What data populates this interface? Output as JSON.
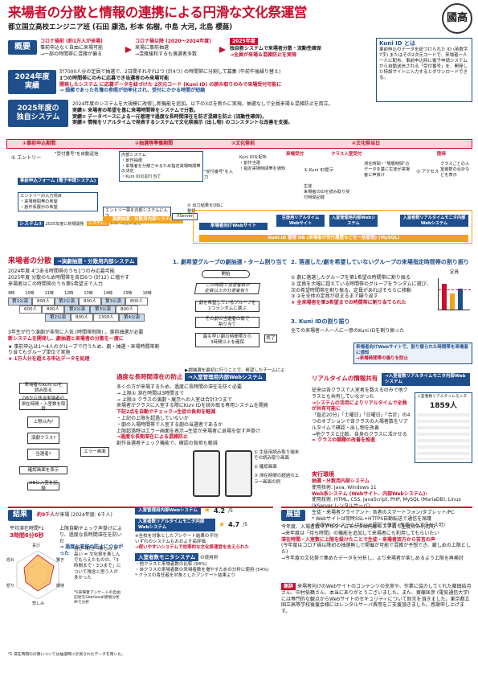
{
  "header": {
    "title": "来場者の分散と情報の連携による円滑な文化祭運営",
    "subtitle": "都立国立高校エンジニア班 (石田 康浩, 杉本 佑樹, 中島 大河, 北島 櫻蕗)",
    "logo": "國高"
  },
  "overview": {
    "label": "概要",
    "before_tag": "コロナ禍前 (約1万人が来場)",
    "before_lines": [
      "事前申込なく自由に来場可能",
      "→一部の時間帯に混雑が偏る"
    ],
    "after_tag": "コロナ禍以降 (2020〜2024年度)",
    "after_lines": [
      "来場に事前抽選",
      "→混雑緩和するも落選者多数"
    ],
    "target_tag": "2025年度",
    "target_line1": "独自新システムで来場者分散・流動性確保",
    "target_line2": "→全員が来場＆混雑防止を実現",
    "kuni_title": "Kuni ID とは",
    "kuni_desc": "事前申込のデータを紐づけられた ID (英数字7字) またはその2次元コードで、来場者一人一人に配布。事前申込時に電子申請システムから自動送信される「受付番号」を、開発した特設サイトに入力するとダウンロードできる。"
  },
  "y2024": {
    "label": "2024年度\n実績",
    "lines": [
      "計7000人分の定員で抽選で、2日間それぞれ2つ (計4つ) の時間帯に分割して募集 (午前午後繰り替え)",
      "1つの時間帯にのみに応募でき当選者のみ来場可能",
      "開発したシステム に応募データを紐づけた 2次元コード (Kuni ID) の読み取りのみで来場受付可能に",
      "→ 煩雑であった名簿の参照が効率化され、受付にかかる時間が短縮"
    ]
  },
  "y2025": {
    "label": "2025年度の\n独自システム",
    "intro": "2024年度のシステムを大規模に改修し新機能を追加。以下の3点を新たに実現。抽選なしで全員来場＆混雑防止を両立。",
    "items": [
      "実績① 来場者の希望を基に来場時間帯をシステムで分散。",
      "実績② データベースによる一元管理で過度な長時間滞在を防ぎ混雑を防止 (流動性確保)。",
      "実績③ 情報をリアルタイムで発表するシステムで文化祭展示 (出し物) のコンスタントな改善を支援。"
    ]
  },
  "system": {
    "phase1": "①事前申込期間",
    "phase2": "②抽選等準備期間",
    "phase3": "③文化祭前",
    "phase4": "④文化祭当日",
    "entry_label": "エントリー",
    "auto_send": "\"受付番号\"を自動返信",
    "apply_form": "事前申込フォーム (電子申請システム)",
    "entry_list": "エントリーの入力項目\n・来場時間帯の希望\n・創作系展示の希望",
    "sys_2024": "システム①",
    "sys_2024_note": "2025年度に新規開発",
    "sys_2025": "システム②",
    "sys_2025_note": "2024年度に開発",
    "internal": "内部システム\n・創作抽選\n・来場者を分散させるため指定来場時間帯の決定\n・Kuni IDの割り当て",
    "entry_all": "エントリー票を内部システムに入力",
    "lottery_db": "演劇抽選・分散用内部システム",
    "output": "出力結果をDBに登録",
    "kuni_dist": "Kuni IDを配布\n・創作当選\n・指定来場時間帯を通知",
    "input_recv": "\"受付番号\"を入力",
    "xserver": "XServer",
    "special_site": "来場者向けWebサイト",
    "visitor_recv": "来場受付",
    "class_recv": "クラス入室受付",
    "exit_recv": "陸時",
    "kuni_show": "Kuni ID提示",
    "student": "生徒",
    "student_read": "生徒\n来場者のIDを読み取り受付時間記録",
    "rt_entry": "滞在時間・\"場展時間\"のデータを基に生徒が来場者に声掛け",
    "access": "アクセス",
    "realtime_note": "クラスごとの入室者数の合計などを表示",
    "rt_monitor": "生徒用リアルタイムWebサイト",
    "room_mgmt": "入室管理用内部Webシステム",
    "visitor_rt": "入室者数リアルタイムモニタ内部Webシステム",
    "db_label": "Kuni ID 管理 DB (来場者の受付履歴などを一括管理) (MySQL)"
  },
  "dispersion": {
    "title": "来場者の分散",
    "tag": "→演劇抽選・分散用内部システム",
    "lines": [
      "2024年度 4つある時間帯のうち1つのみ応募可能",
      "2025年度 分散のため時間帯を各日6つ (計12) に増やす",
      "来場者はこの時間帯のうち第5希望まで入力"
    ],
    "times": [
      "9時",
      "10時",
      "11時",
      "12時",
      "13時",
      "14時",
      "15時",
      "16時"
    ],
    "row1": [
      "第1公演",
      "800人",
      "第2公演",
      "800人",
      "第3公演",
      "800人"
    ],
    "row2": [
      "600人",
      "800人",
      "第2公演",
      "第3公演",
      "800人"
    ],
    "row3": [
      "第2公演",
      "800人",
      "1300人",
      "第4公演"
    ],
    "note1": "3年生が行う演劇が非常に人気 (時間帯制限) 。事前抽選が必要",
    "note2": "新システムを開発し、劇抽選と来場者の分散を一度に",
    "bullets": [
      "★ 事前申込は1〜4人のグループで行うため、劇・抽選・来場時間帯割り当てもグループ単位で実施",
      "★ 1万人分を超える申込データを処理"
    ]
  },
  "algo": {
    "step1": "1. 劇希望グループの劇抽選・ターム割り当て",
    "step2": "2. 落選した/劇を希望していないグループの来場指定時間帯の割り振り",
    "step2_items": [
      "① 劇に落選したグループを第1希望の時間帯に割り振る",
      "② 定員を大幅に超えている時間帯のグループをランダムに選び、次の希望時間帯を割り振る。定員があればそちらに移動",
      "③ ②を全体の定員が収まるまで繰り返す"
    ],
    "step2_note": "★ 全来場者を第3希望までの時間帯に割り当てられた",
    "step3": "3. Kuni IDの割り振り",
    "step3_desc": "全ての来場者一人一人に一意のKuni IDを割り振った",
    "flow_note": "▶劇抽選を最初に行うことで、希望したチームによって抽選率が変わらないよう配慮",
    "webcard": "来場者向けWebサイトで、割り振られた時間帯を来場者に通知",
    "webcard2": "→来場時間帯の偏りを防止",
    "cap": "定員"
  },
  "stay": {
    "title": "過度な長時間滞在の防止",
    "tag": "→入室管理用内部Webシステム",
    "lines": [
      "多くの方が来場するため、過度に長時間の滞在を防ぐ必要",
      "→ 上限① 滞在時間は3時間まで",
      "→ 上限② クラスの演劇・展示への入室は合計3つまで",
      "来場者がクラスに入室する際にKuni IDを読み取る専用システムを開発",
      "下記2点を自動でチェック→生徒の負担を軽減",
      "・上記の上限を超過していないか",
      "・劇の入場時間帯で入室する劇の当選者であるか",
      "上限超過時はエラー画面を表示→生徒が来場者に退場を促す声掛け",
      "→過度な長期滞在による混雑防止",
      "創作当選者チェック機能で、確認の負担も軽減"
    ],
    "phone1": "生徒用読み取り端末での読み取り画面",
    "phone2": "確認画面",
    "phone3": "滞在時間の超過のエラー画面の例"
  },
  "realtime": {
    "title": "リアルタイムの情報共有",
    "tag": "→入室者数リアルタイムモニタ内部Webシステム",
    "lines": [
      "従来は各クラスで入室者を数えるのみで他クラスとも共有していなかった",
      "→システムの活用によりリアルタイムで全員が共有可能に",
      "「直近20分」「土曜日」「日曜日」「合計」の4つのオプションで各クラスの入場者数をリアルタイムで確認・出し物を改善",
      "→他クラスと比較、自身のクラスに活かせる",
      "= クラスの課題の改善を推進"
    ],
    "screen_title": "入室者数リアルタイムモニタ",
    "screen_total": "1859人"
  },
  "impl": {
    "title": "実行環境",
    "lines": [
      "抽選・分散用内部システム",
      "使用技術: Java, Windows 11",
      "Web系システム (Webサイト、内部Webシステム):",
      "使用技術: HTML, CSS, JavaScript, PHP, MySQL (MariaDB), Linux (XServer レンタルサーバ)",
      "生徒・来場者クライアント: 各者のスマートフォン/タブレット/PC",
      "* Webサイトは常時SSL+HTTPS自動転送で通信を保護",
      "* 内部WebシステムはBasic認証で保護 (生徒のみアクセス可)"
    ]
  },
  "results": {
    "title": "結果",
    "visitors": "約9千人",
    "visitors_note": "が来場 (2024年度: 6千人)",
    "avg_label": "平均滞在時間*1",
    "avg_value": "3時間6分6秒",
    "lines": [
      "上限自動チェック声掛けにより、過度な長時間滞在を防いだ",
      "→ 過度な滞留の防止につながった"
    ],
    "radar_labels": [
      "喜び",
      "驚き",
      "期待",
      "悲しみ",
      "怒り",
      "恐れ"
    ],
    "quote": "喜び→好き→楽しみ が高い = 文化祭を楽しんでもらえたものの、「3時間まで・3つまで」について残念と思う人が多かった",
    "footnote1": "*1来場者アンケートの自由記述をUserLocal感情分析AIで分析",
    "footnote2": "*1 滞在時間の計算については抽選時に計測されたデータを用いた。",
    "internal_tag1": "入室管理用内部Webシステム",
    "score1": "4.2",
    "internal_tag2": "入室者数リアルタイムモニタ内部Webシステム",
    "score2": "4.7",
    "score_unit": "/5",
    "score_notes": [
      "※全校を対象としたアンケート結果の平均",
      "いずれのシステムもおおよそ高評価",
      "→使いやすいシステムで効率的な文化祭運営を支えられた"
    ],
    "monitor_tag": "入室者数モニタシステム",
    "monitor_lines": [
      "の使用例",
      "・他クラスと来場者数の比較 (94%)",
      "・自クラスの来場者数の来場者数を増やすための分析に使用 (54%)",
      "* クラスの責任者を対象としたアンケート結果より"
    ]
  },
  "outlook": {
    "title": "展望",
    "lines": [
      "今年度、入場者数リアルタイムモニタは内部システムで生徒のみ利用可",
      "→来年度は「待ち時間」の機能を追加して来場者にも利用してもらいたい",
      "滞在時間・入室数に上限を設けたことで生徒・来場者双方から苦言の声",
      "(今年度はコロナ禍以降初の抽選無しで開催が可能で混雑が予想でき、厳しめの上限とした)",
      "→今年度の文化祭で集めたデータを分析し、より来場者が楽しめるよう上限を再検討"
    ],
    "thanks_tag": "謝辞",
    "thanks": "来場者向けのWebサイトのコンテンツの充実や、作業に協力してくれた藤田結月さん、中村依鶴さん、本当にありがとうございました。また、齋藤匡彦 (電気通信大学) には専門的な観点からWebサイトのセキュリティについて助言を頂きました。東京都立国立高等学校後援会様にはレンタルサーバ費用をご支援頂きました。感謝申し上げます。"
  }
}
